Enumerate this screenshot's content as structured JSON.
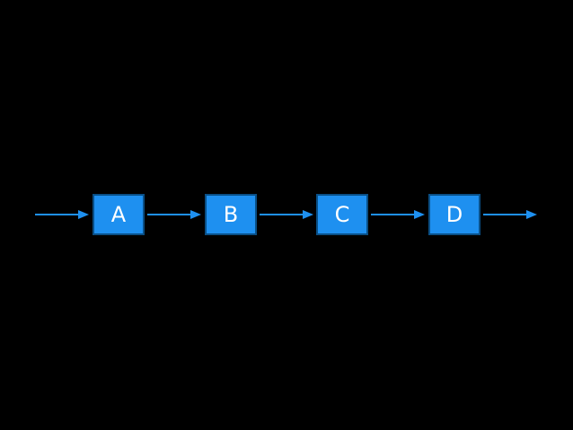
{
  "diagram": {
    "nodes": [
      {
        "id": "a",
        "label": "A"
      },
      {
        "id": "b",
        "label": "B"
      },
      {
        "id": "c",
        "label": "C"
      },
      {
        "id": "d",
        "label": "D"
      }
    ],
    "edges": [
      {
        "from": "",
        "to": "a"
      },
      {
        "from": "a",
        "to": "b"
      },
      {
        "from": "b",
        "to": "c"
      },
      {
        "from": "c",
        "to": "d"
      },
      {
        "from": "d",
        "to": ""
      }
    ]
  },
  "colors": {
    "background": "#000000",
    "node_fill": "#1e90f0",
    "node_border": "#0a4f86",
    "node_text": "#ffffff",
    "arrow": "#1e90f0"
  }
}
